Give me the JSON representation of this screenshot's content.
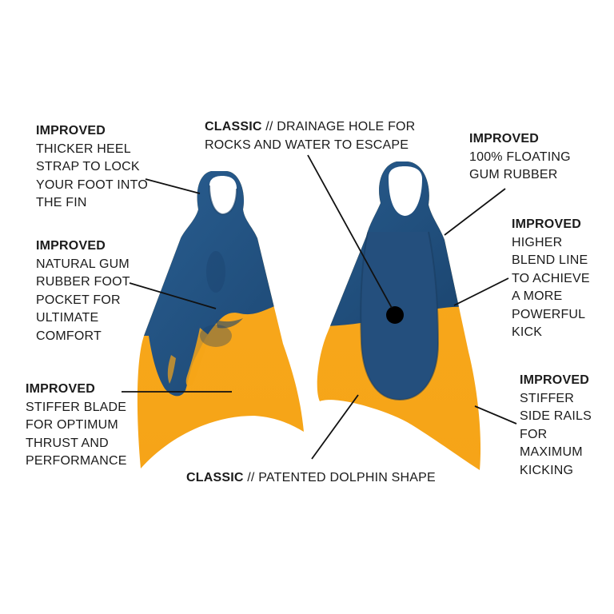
{
  "colors": {
    "navy": "#1f4f7d",
    "navy_dark": "#173c63",
    "orange": "#f7a81b",
    "orange_light": "#fbb731",
    "text": "#1b1b1b",
    "leader": "#111111"
  },
  "callouts": {
    "heel_strap": {
      "tag": "IMPROVED",
      "lines": [
        "THICKER HEEL",
        "STRAP TO LOCK",
        "YOUR FOOT INTO",
        "THE FIN"
      ]
    },
    "foot_pocket": {
      "tag": "IMPROVED",
      "lines": [
        "NATURAL GUM",
        "RUBBER FOOT",
        "POCKET FOR",
        "ULTIMATE",
        "COMFORT"
      ]
    },
    "blade": {
      "tag": "IMPROVED",
      "lines": [
        "STIFFER BLADE",
        "FOR OPTIMUM",
        "THRUST AND",
        "PERFORMANCE"
      ]
    },
    "drainage": {
      "tag": "CLASSIC",
      "separator": " // ",
      "first": "DRAINAGE HOLE FOR",
      "second": "ROCKS AND WATER TO ESCAPE"
    },
    "floating": {
      "tag": "IMPROVED",
      "lines": [
        "100% FLOATING",
        "GUM RUBBER"
      ]
    },
    "blend_line": {
      "tag": "IMPROVED",
      "lines": [
        "HIGHER",
        "BLEND LINE",
        "TO ACHIEVE",
        "A MORE",
        "POWERFUL",
        "KICK"
      ]
    },
    "side_rails": {
      "tag": "IMPROVED",
      "lines": [
        "STIFFER",
        "SIDE RAILS",
        "FOR",
        "MAXIMUM",
        "KICKING"
      ]
    },
    "dolphin": {
      "tag": "CLASSIC",
      "separator": " // ",
      "text": "PATENTED DOLPHIN SHAPE"
    }
  }
}
